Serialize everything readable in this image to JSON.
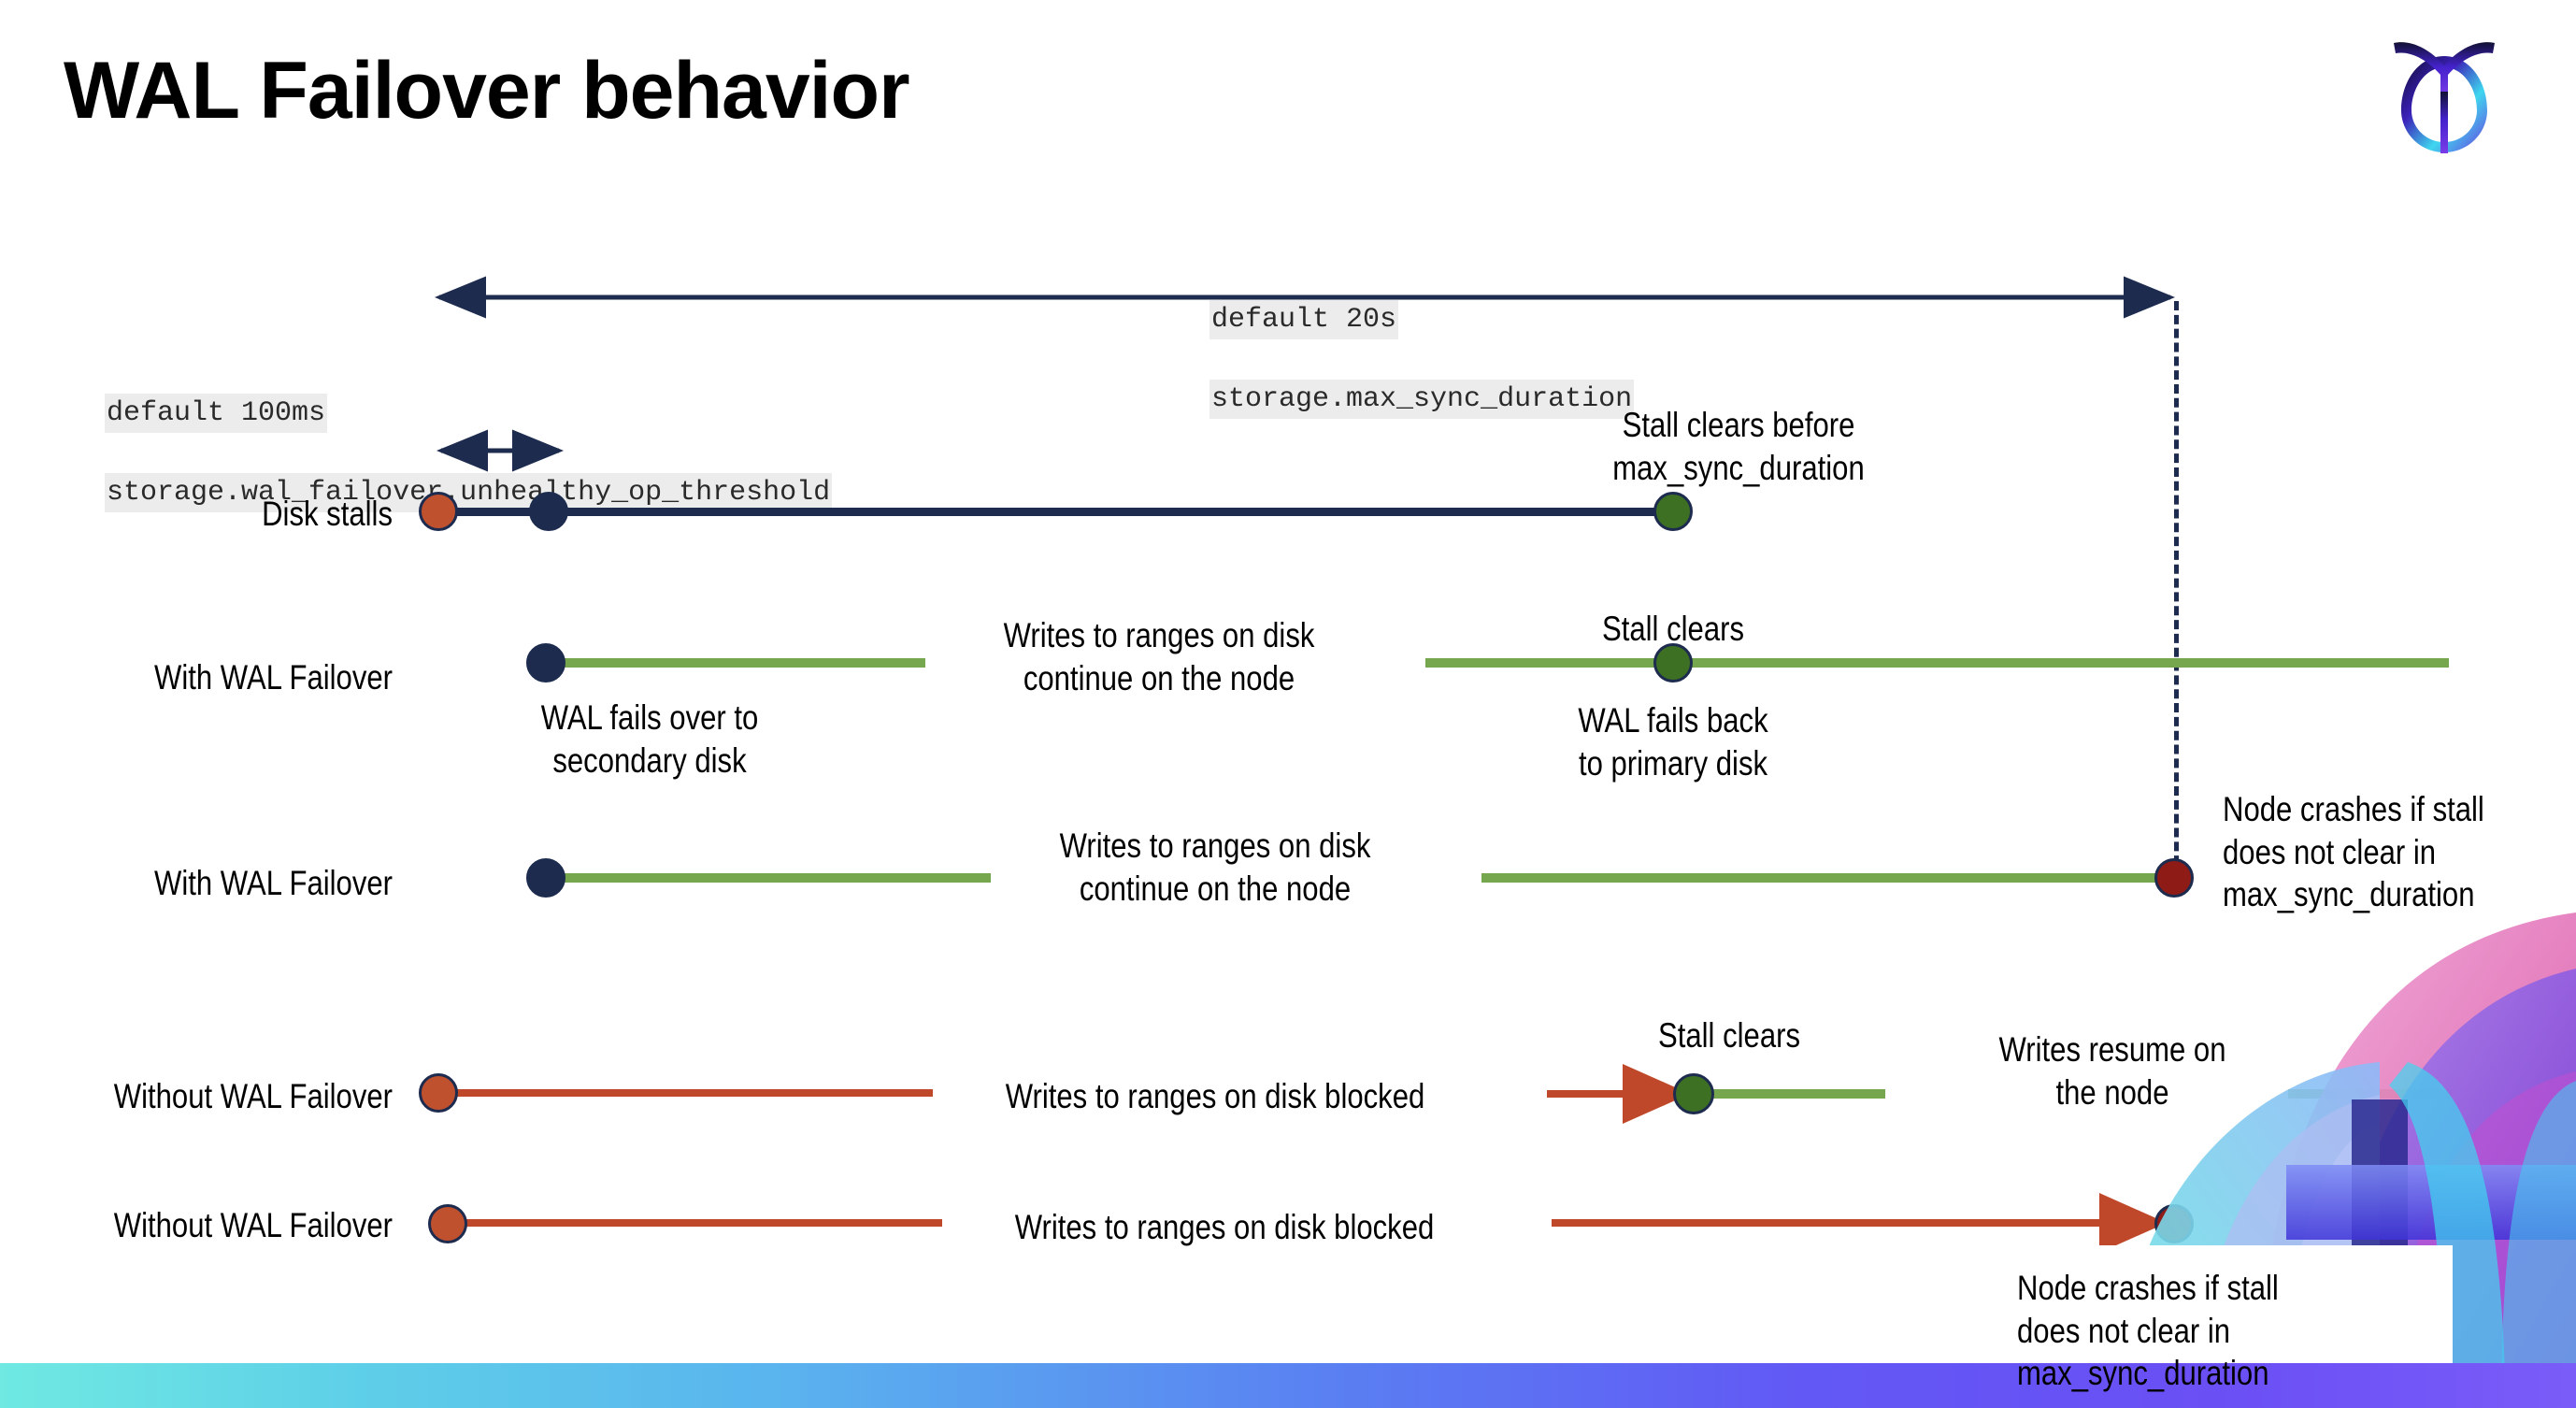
{
  "slide": {
    "title": "WAL Failover behavior",
    "logo_name": "cockroachdb-logo"
  },
  "annotations": {
    "max_sync": {
      "line1": "default 20s",
      "line2": "storage.max_sync_duration"
    },
    "unhealthy": {
      "line1": "default 100ms",
      "line2": "storage.wal_failover.unhealthy_op_threshold"
    }
  },
  "rows": [
    {
      "label": "Disk stalls",
      "notes": [
        {
          "name": "stall-clears-before-note",
          "text": "Stall clears before\nmax_sync_duration"
        }
      ]
    },
    {
      "label": "With WAL Failover",
      "notes": [
        {
          "name": "writes-continue-note",
          "text": "Writes to ranges on disk\ncontinue on the node"
        },
        {
          "name": "stall-clears-note",
          "text": "Stall clears"
        },
        {
          "name": "wal-fails-over-note",
          "text": "WAL fails over to\nsecondary disk"
        },
        {
          "name": "wal-fails-back-note",
          "text": "WAL fails  back\nto primary disk"
        }
      ]
    },
    {
      "label": "With WAL Failover",
      "notes": [
        {
          "name": "writes-continue-note",
          "text": "Writes to ranges on disk\ncontinue on the node"
        },
        {
          "name": "node-crashes-note",
          "text": "Node crashes if stall\ndoes not clear in\nmax_sync_duration"
        }
      ]
    },
    {
      "label": "Without WAL Failover",
      "notes": [
        {
          "name": "writes-blocked-note",
          "text": "Writes to ranges on disk  blocked"
        },
        {
          "name": "stall-clears-note",
          "text": "Stall clears"
        },
        {
          "name": "writes-resume-note",
          "text": "Writes resume on\nthe node"
        }
      ]
    },
    {
      "label": "Without WAL Failover",
      "notes": [
        {
          "name": "writes-blocked-note",
          "text": "Writes to ranges on disk  blocked"
        },
        {
          "name": "node-crashes-note",
          "text": "Node crashes if stall\ndoes not clear in\nmax_sync_duration"
        }
      ]
    }
  ],
  "colors": {
    "navy": "#1d2b4f",
    "green_line": "#76a64d",
    "green_dot": "#3e7024",
    "red_line": "#c0482a",
    "red_dot": "#c0512f",
    "dark_red_dot": "#8e1b16",
    "code_bg": "#ececec"
  },
  "markers": {
    "disk_stall_start": "red-dot",
    "wal_failover_start": "navy-dot",
    "stall_clear": "green-dot",
    "node_crash": "dark-red-dot"
  }
}
